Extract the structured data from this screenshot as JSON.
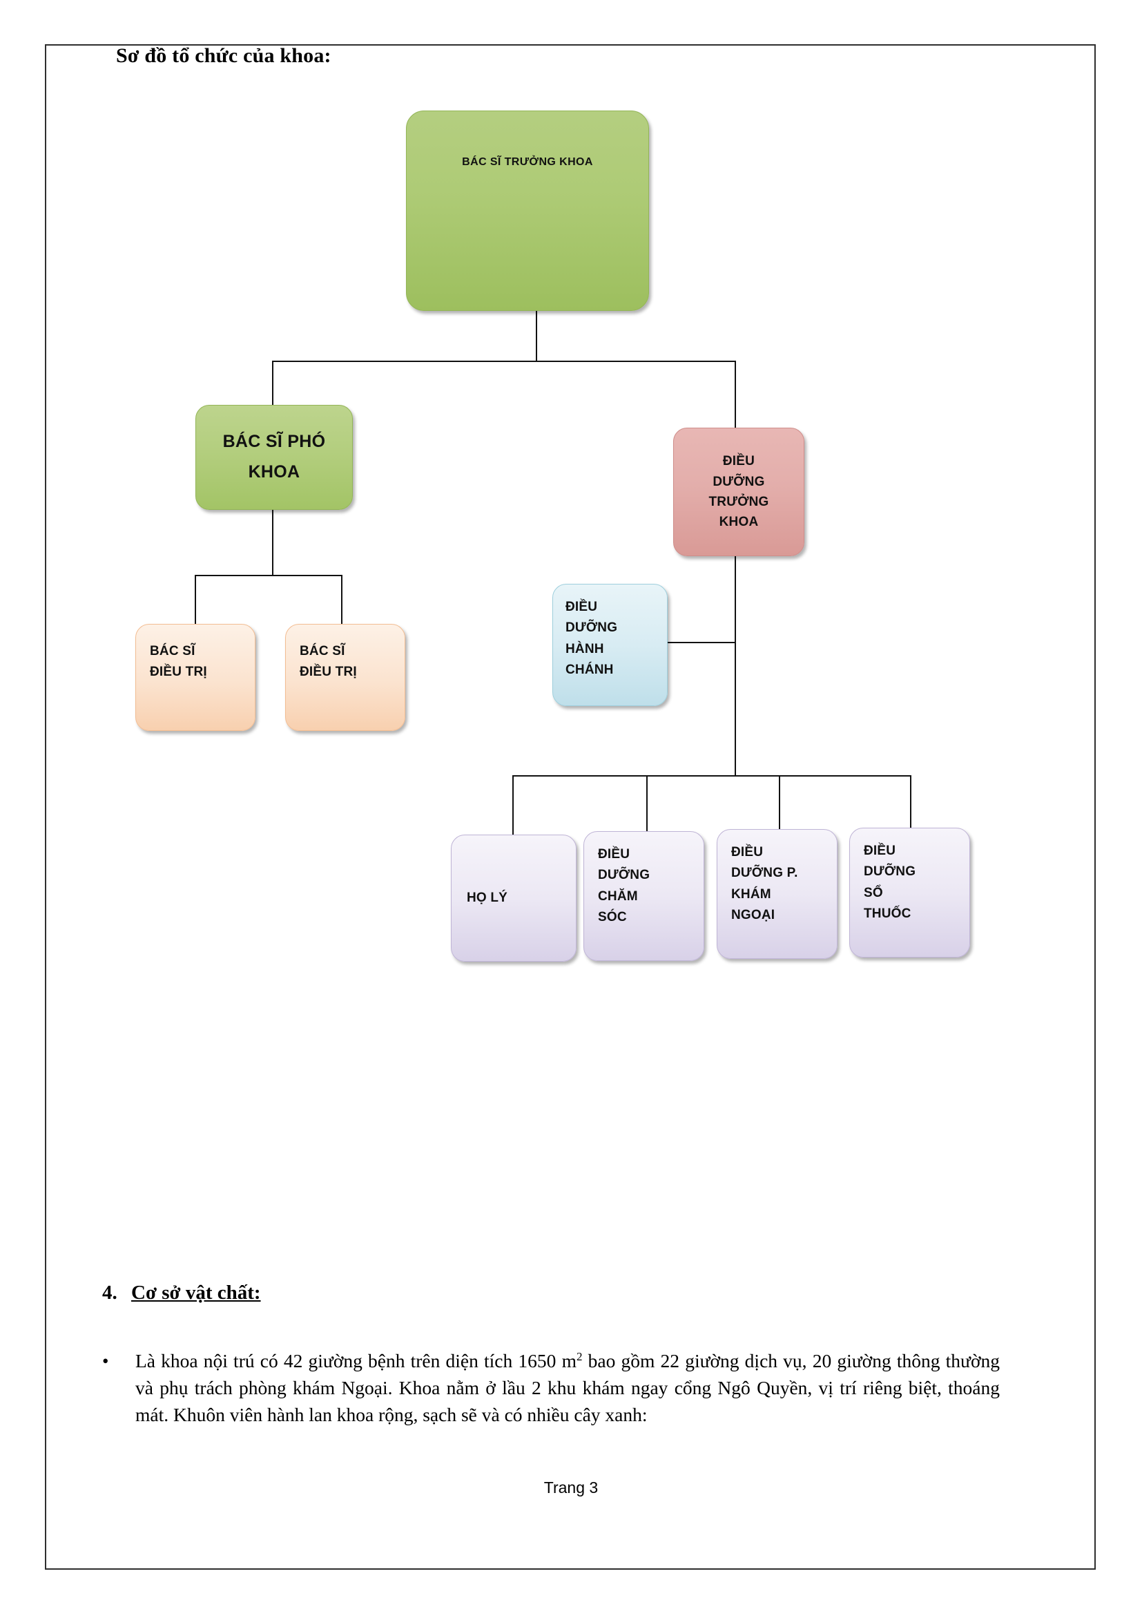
{
  "document": {
    "title": "Sơ đồ tổ chức của khoa:",
    "footer": "Trang 3"
  },
  "org_chart": {
    "nodes": {
      "truong_khoa": {
        "label": "BÁC SĨ TRƯỞNG KHOA",
        "color": "#aecb76"
      },
      "pho_khoa": {
        "label": "BÁC SĨ PHÓ\nKHOA",
        "color": "#b3ce7e"
      },
      "dd_truong_khoa": {
        "label": "ĐIỀU\nDƯỠNG\nTRƯỞNG\nKHOA",
        "color": "#e3aeab"
      },
      "bs_dieu_tri_1": {
        "label": "BÁC SĨ\nĐIỀU TRỊ",
        "color": "#fbe3cf"
      },
      "bs_dieu_tri_2": {
        "label": "BÁC SĨ\nĐIỀU TRỊ",
        "color": "#fbe3cf"
      },
      "dd_hanh_chanh": {
        "label": "ĐIỀU\nDƯỠNG\nHÀNH\nCHÁNH",
        "color": "#d8ecf3"
      },
      "ho_ly": {
        "label": "HỌ LÝ",
        "color": "#ece8f4"
      },
      "dd_cham_soc": {
        "label": "ĐIỀU\nDƯỠNG\nCHĂM\nSÓC",
        "color": "#ece8f4"
      },
      "dd_p_kham_ngoai": {
        "label": "ĐIỀU\nDƯỠNG P.\nKHÁM\nNGOẠI",
        "color": "#ece8f4"
      },
      "dd_so_thuoc": {
        "label": "ĐIỀU\nDƯỠNG\nSỔ\nTHUỐC",
        "color": "#ece8f4"
      }
    },
    "connector_color": "#111111"
  },
  "section": {
    "number": "4.",
    "heading": "Cơ sở vật chất:",
    "bullet_marker": "•",
    "bullet_text_part1": "Là khoa nội trú có 42 giường bệnh trên diện tích 1650 m",
    "bullet_superscript": "2",
    "bullet_text_part2": " bao gồm 22 giường dịch vụ, 20 giường thông thường và phụ trách phòng khám Ngoại. Khoa nằm ở lầu 2 khu khám ngay cổng Ngô Quyền, vị trí riêng biệt, thoáng mát. Khuôn viên hành lan khoa rộng, sạch sẽ và có nhiều cây xanh:"
  }
}
